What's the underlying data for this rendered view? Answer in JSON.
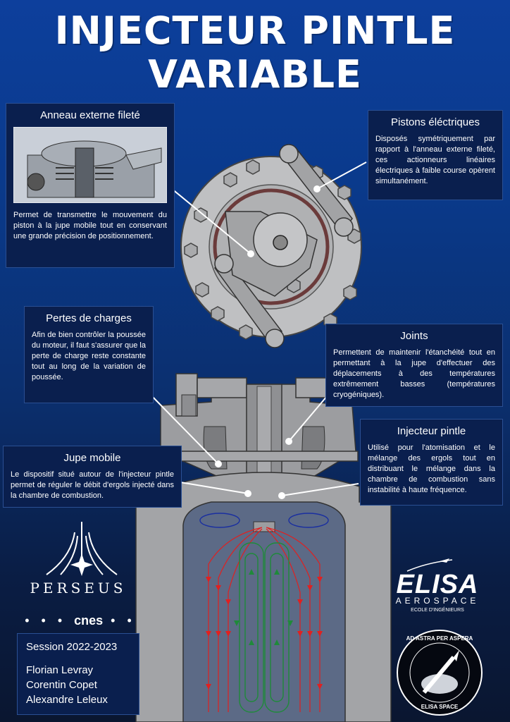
{
  "title": {
    "line1": "INJECTEUR PINTLE",
    "line2": "VARIABLE"
  },
  "boxes": {
    "anneau": {
      "heading": "Anneau externe fileté",
      "text": "Permet de transmettre le mouvement du piston à la jupe mobile tout en conservant une grande précision de positionnement."
    },
    "pistons": {
      "heading": "Pistons éléctriques",
      "text": "Disposés symétriquement par rapport à l'anneau externe fileté, ces actionneurs linéaires électriques à faible course opèrent simultanément."
    },
    "pertes": {
      "heading": "Pertes de charges",
      "text": "Afin de bien contrôler la poussée du moteur, il faut s'assurer que la perte de charge reste constante tout au long de la variation de poussée."
    },
    "joints": {
      "heading": "Joints",
      "text": "Permettent de maintenir l'étanchéité tout en permettant à la jupe d'effectuer des déplacements à des températures extrêmement basses (températures cryogéniques)."
    },
    "injecteur": {
      "heading": "Injecteur pintle",
      "text": "Utilisé pour l'atomisation et le mélange des ergols tout en distribuant le mélange dans la chambre de combustion sans instabilité à haute fréquence."
    },
    "jupe": {
      "heading": "Jupe mobile",
      "text": "Le dispositif situé autour de l'injecteur pintle permet de réguler le débit d'ergols injecté dans la chambre de combustion."
    }
  },
  "logos": {
    "perseus": "PERSEUS",
    "cnes": "cnes",
    "elisa": "ELISA",
    "aerospace": "AEROSPACE",
    "ecole": "ECOLE D'INGÉNIEURS",
    "badge_top": "AD ASTRA PER ASPERA",
    "badge_bottom": "ELISA SPACE"
  },
  "credits": {
    "session": "Session 2022-2023",
    "names": [
      "Florian Levray",
      "Corentin Copet",
      "Alexandre Leleux"
    ]
  },
  "colors": {
    "background": "#0b2f6e",
    "box": "#0a1f4e",
    "flow_red": "#e02020",
    "flow_green": "#1f8a3a",
    "flow_blue": "#1a2fa0"
  }
}
